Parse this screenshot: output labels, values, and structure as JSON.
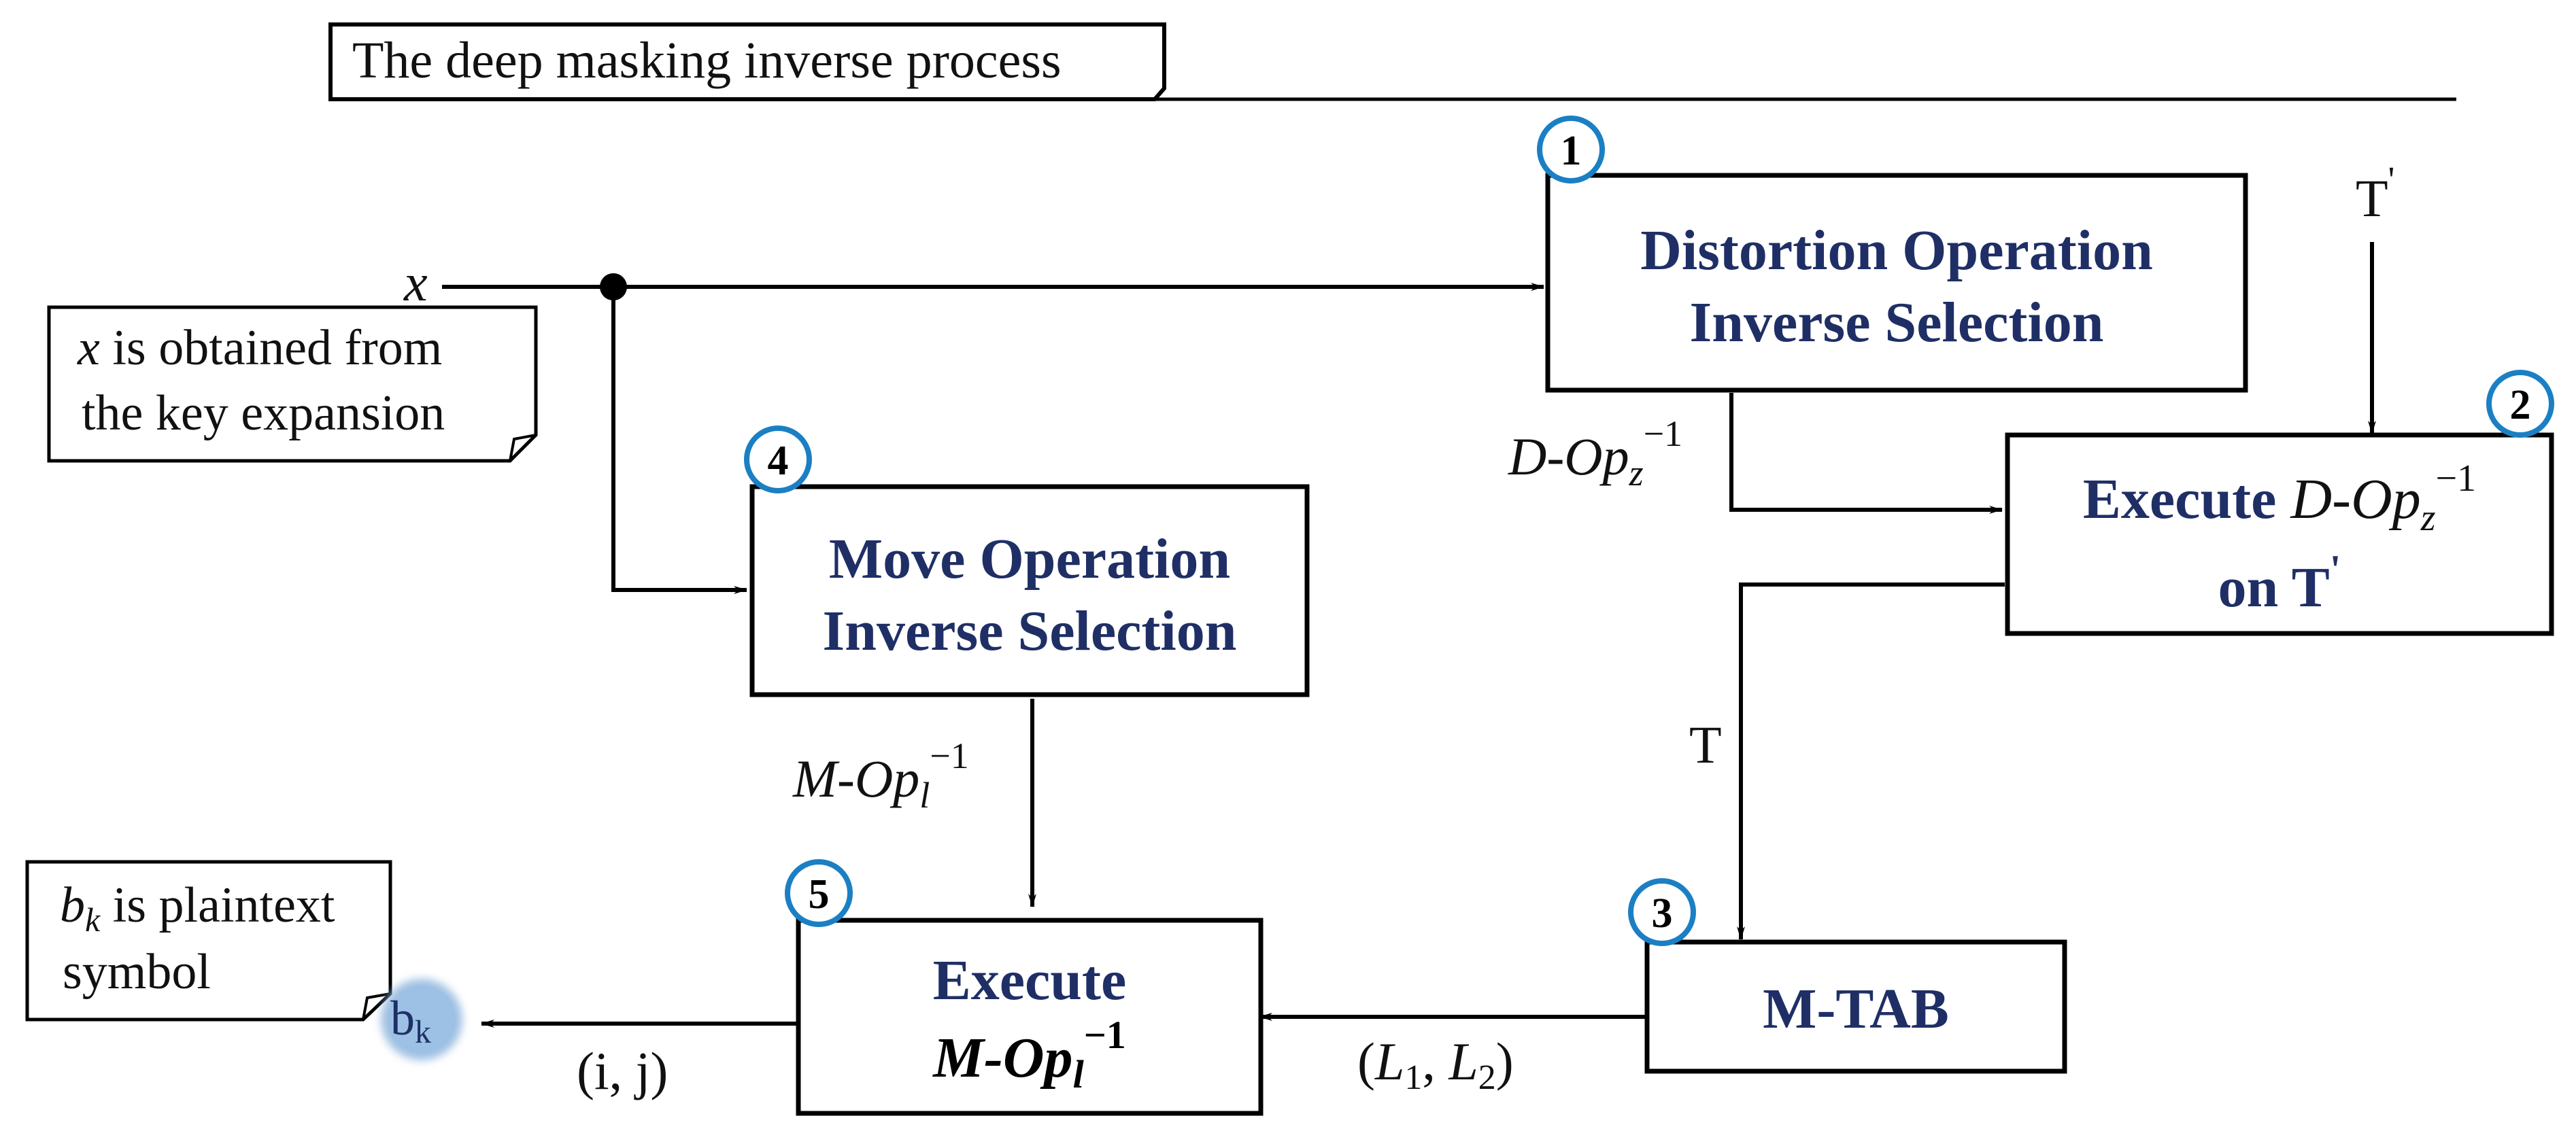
{
  "header": {
    "title": "The deep masking inverse process"
  },
  "input": {
    "label": "x"
  },
  "notes": {
    "key": {
      "var": "x",
      "line1_rest": " is obtained from",
      "line2": "the key expansion"
    },
    "plain": {
      "var": "b",
      "sub": "k",
      "line1_rest": " is plaintext",
      "line2": "symbol"
    }
  },
  "boxes": {
    "box1": {
      "step": "1",
      "line1": "Distortion Operation",
      "line2": "Inverse Selection"
    },
    "box2": {
      "step": "2",
      "prefix": "Execute ",
      "op": "D-Op",
      "sub": "z",
      "sup": "−1",
      "line2_prefix": "on T",
      "line2_prime": "'"
    },
    "box3": {
      "step": "3",
      "label": "M-TAB"
    },
    "box4": {
      "step": "4",
      "line1": "Move Operation",
      "line2": "Inverse Selection"
    },
    "box5": {
      "step": "5",
      "line1": "Execute",
      "op": "M-Op",
      "sub": "l",
      "sup": "−1"
    }
  },
  "edge_labels": {
    "t_prime": {
      "base": "T",
      "prime": "'"
    },
    "d_op": {
      "op": "D-Op",
      "sub": "z",
      "sup": "−1"
    },
    "t": "T",
    "m_op": {
      "op": "M-Op",
      "sub": "l",
      "sup": "−1"
    },
    "l_pair": {
      "open": "(",
      "l1": "L",
      "s1": "1",
      "comma": ", ",
      "l2": "L",
      "s2": "2",
      "close": ")"
    },
    "ij": "(i, j)"
  },
  "output": {
    "base": "b",
    "sub": "k"
  },
  "colors": {
    "box_title": "#1f2f66",
    "step_circle": "#1b7fc4",
    "output_node": "#8fb6de",
    "line": "#000000"
  }
}
